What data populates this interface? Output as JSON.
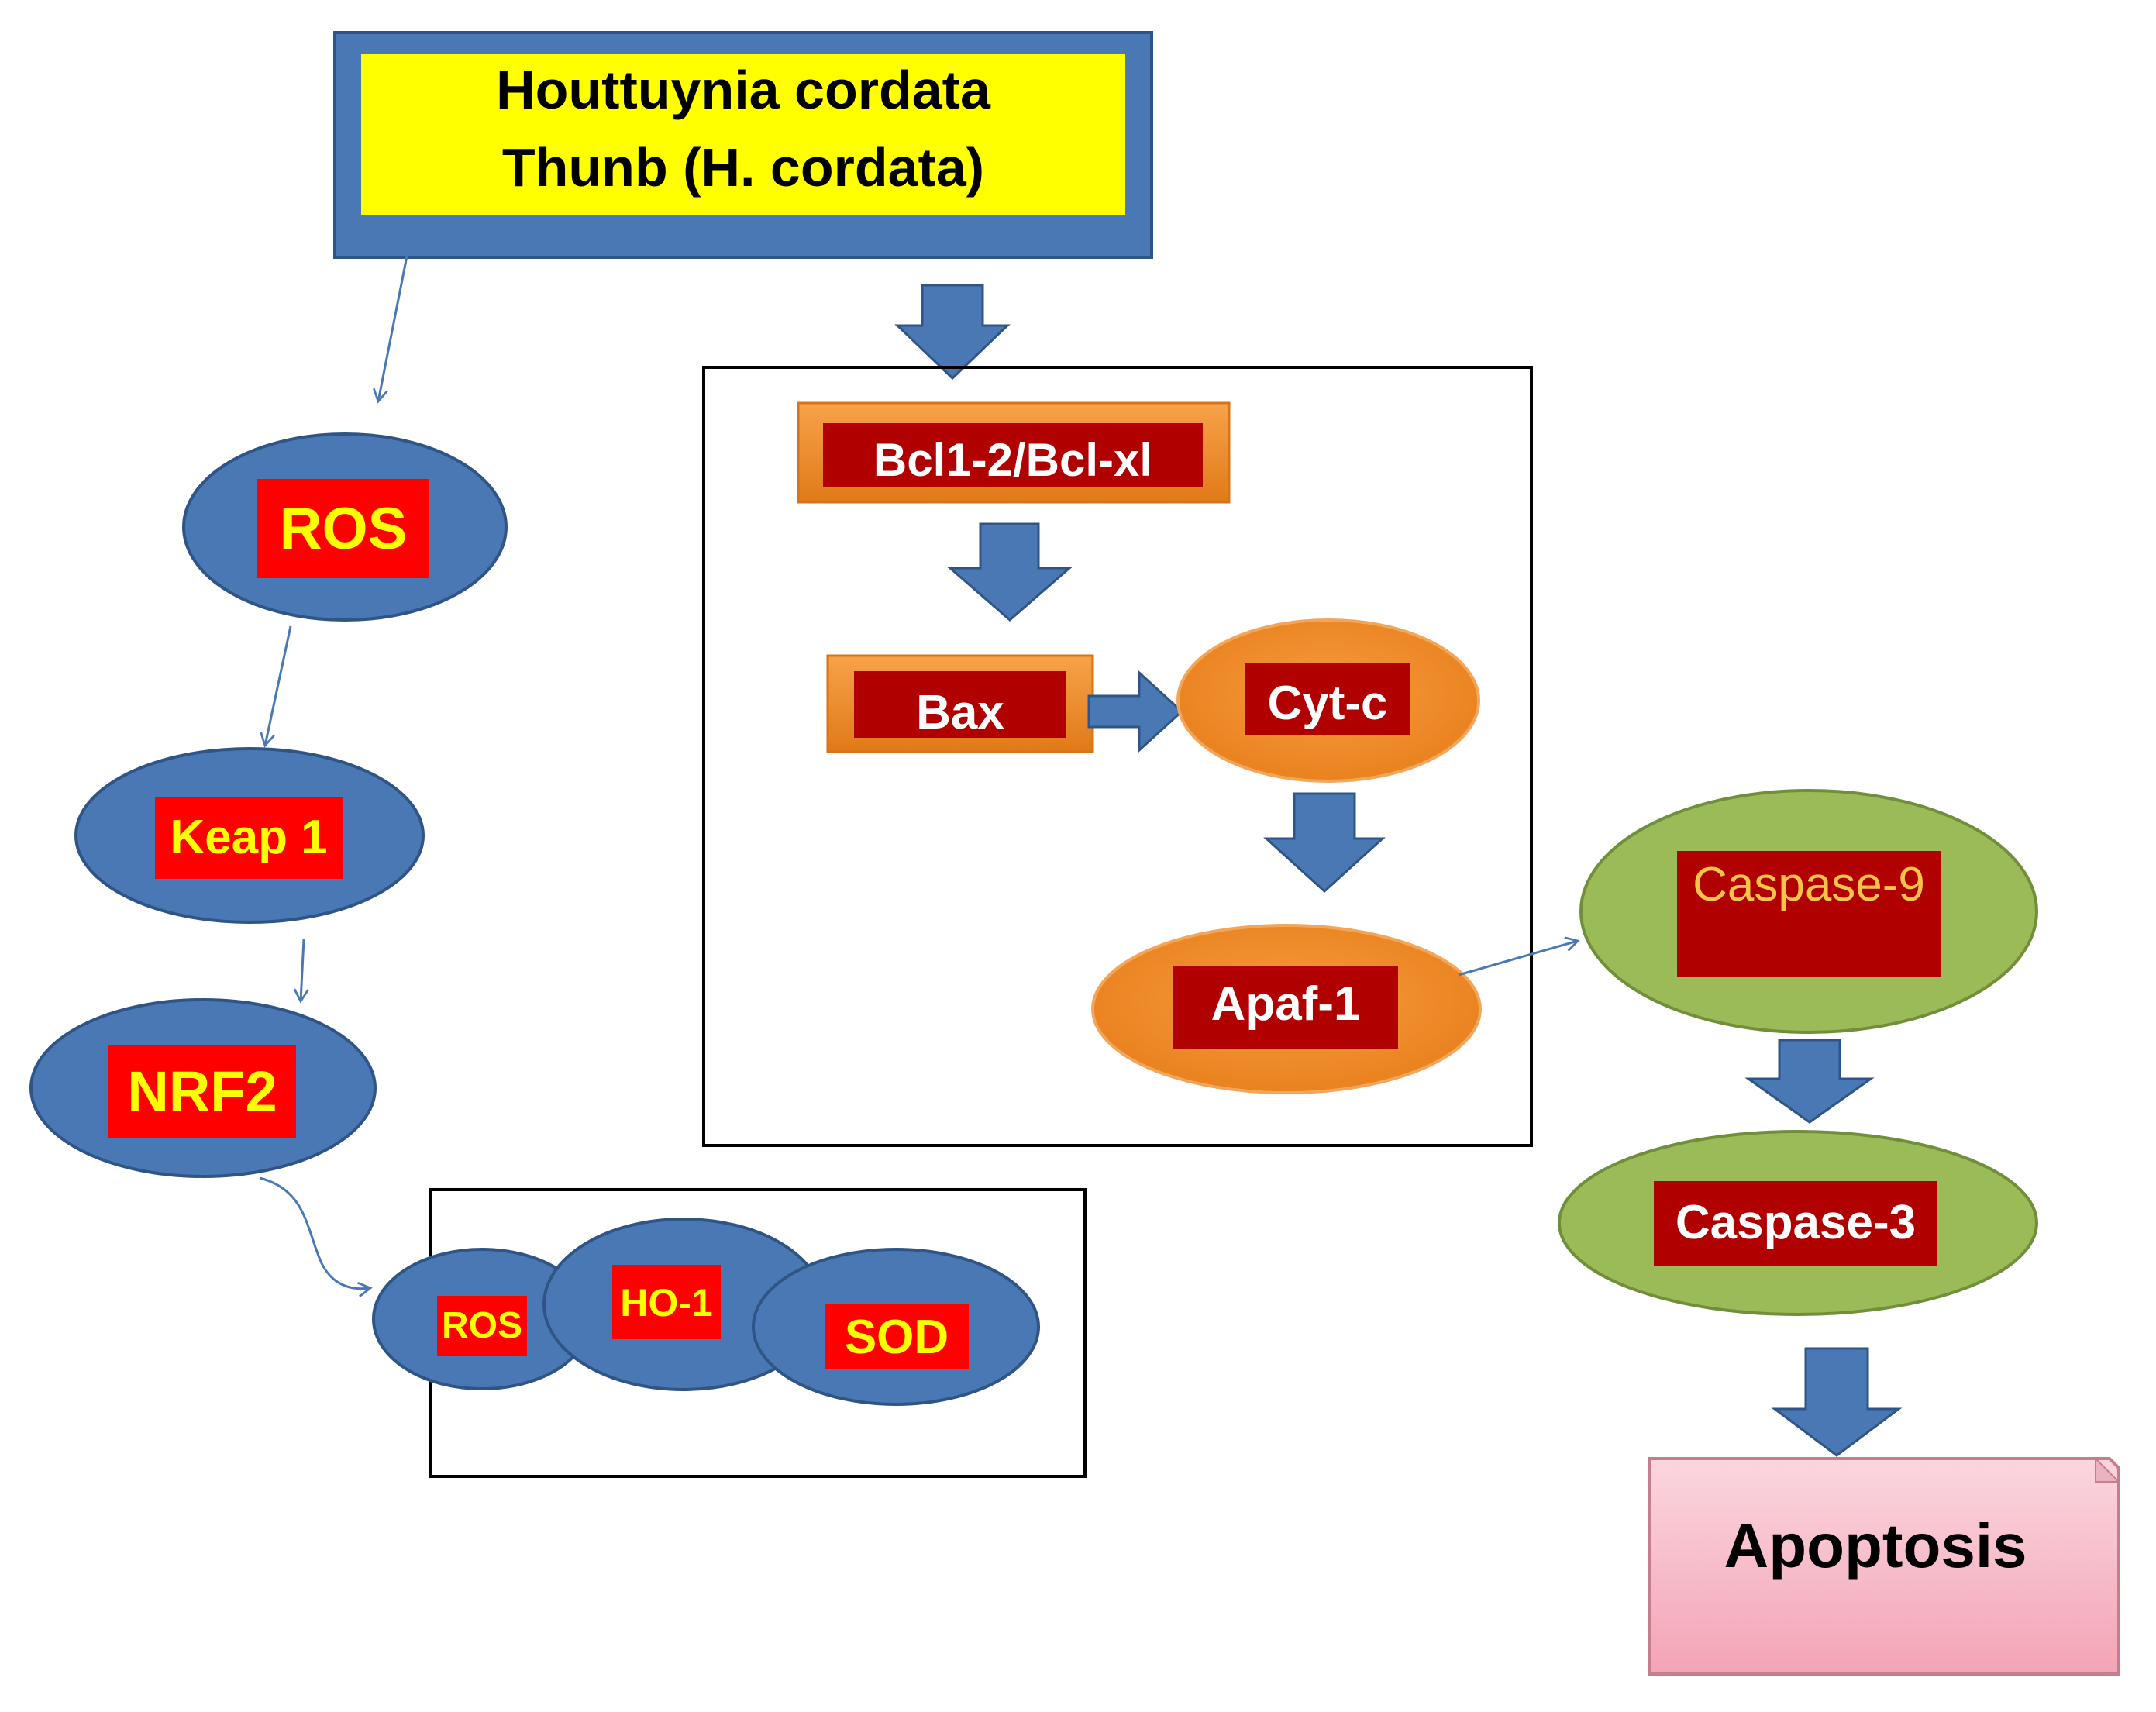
{
  "colors": {
    "blue_fill": "#4a78b4",
    "blue_stroke": "#2f5586",
    "yellow": "#ffff00",
    "red_box": "#ff0000",
    "dark_red": "#b00000",
    "orange": "#f28c28",
    "green": "#9bbb59",
    "green_stroke": "#718f3a",
    "pink": "#f6b8c6",
    "black": "#000000"
  },
  "title_box": {
    "line1": "Houttuynia cordata",
    "line2": "Thunb (H. cordata)"
  },
  "nodes": {
    "ros": "ROS",
    "keap1": "Keap 1",
    "nrf2": "NRF2",
    "ros_small": "ROS",
    "ho1": "HO-1",
    "sod": "SOD",
    "bcl": "Bcl1-2/Bcl-xl",
    "bax": "Bax",
    "cytc": "Cyt-c",
    "apaf1": "Apaf-1",
    "caspase9": "Caspase-9",
    "caspase3": "Caspase-3",
    "apoptosis": "Apoptosis"
  }
}
